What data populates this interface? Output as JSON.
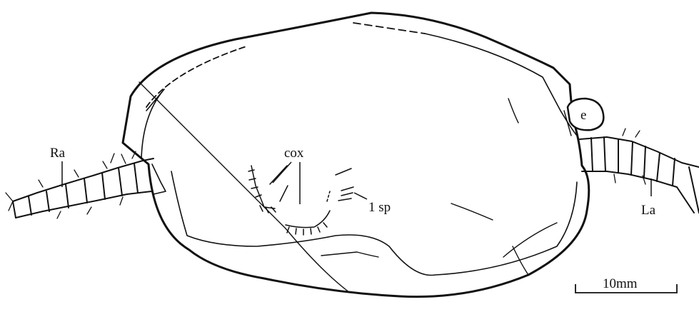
{
  "labels": {
    "right_antenna": "Ra",
    "left_antenna": "La",
    "coxae": "cox",
    "spine": "1 sp",
    "eye": "e"
  },
  "scale_bar": {
    "label": "10mm"
  },
  "colors": {
    "ink": "#111111",
    "background": "#ffffff"
  }
}
